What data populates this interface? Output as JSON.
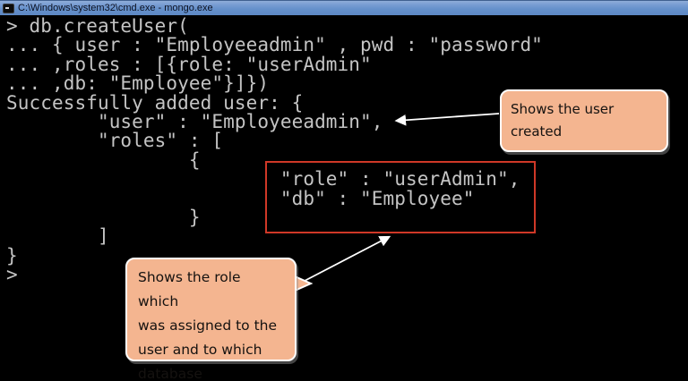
{
  "window": {
    "title": "C:\\Windows\\system32\\cmd.exe - mongo.exe",
    "icon": "cmd-icon"
  },
  "terminal": {
    "lines": [
      "> db.createUser(",
      "... { user : \"Employeeadmin\" , pwd : \"password\"",
      "... ,roles : [{role: \"userAdmin\"",
      "... ,db: \"Employee\"}]})",
      "Successfully added user: {",
      "        \"user\" : \"Employeeadmin\",",
      "        \"roles\" : [",
      "                {",
      "                        \"role\" : \"userAdmin\",",
      "                        \"db\" : \"Employee\"",
      "                }",
      "        ]",
      "}",
      ">"
    ]
  },
  "annotations": {
    "user_callout": "Shows the user\ncreated",
    "role_callout": "Shows the role which\nwas assigned to the\nuser and to which\ndatabase"
  },
  "colors": {
    "titlebar_blue": "#6490ca",
    "terminal_text": "#c4c4c4",
    "callout_bg": "#f4b590",
    "highlight_red": "#cf3827",
    "arrow_white": "#ffffff"
  }
}
